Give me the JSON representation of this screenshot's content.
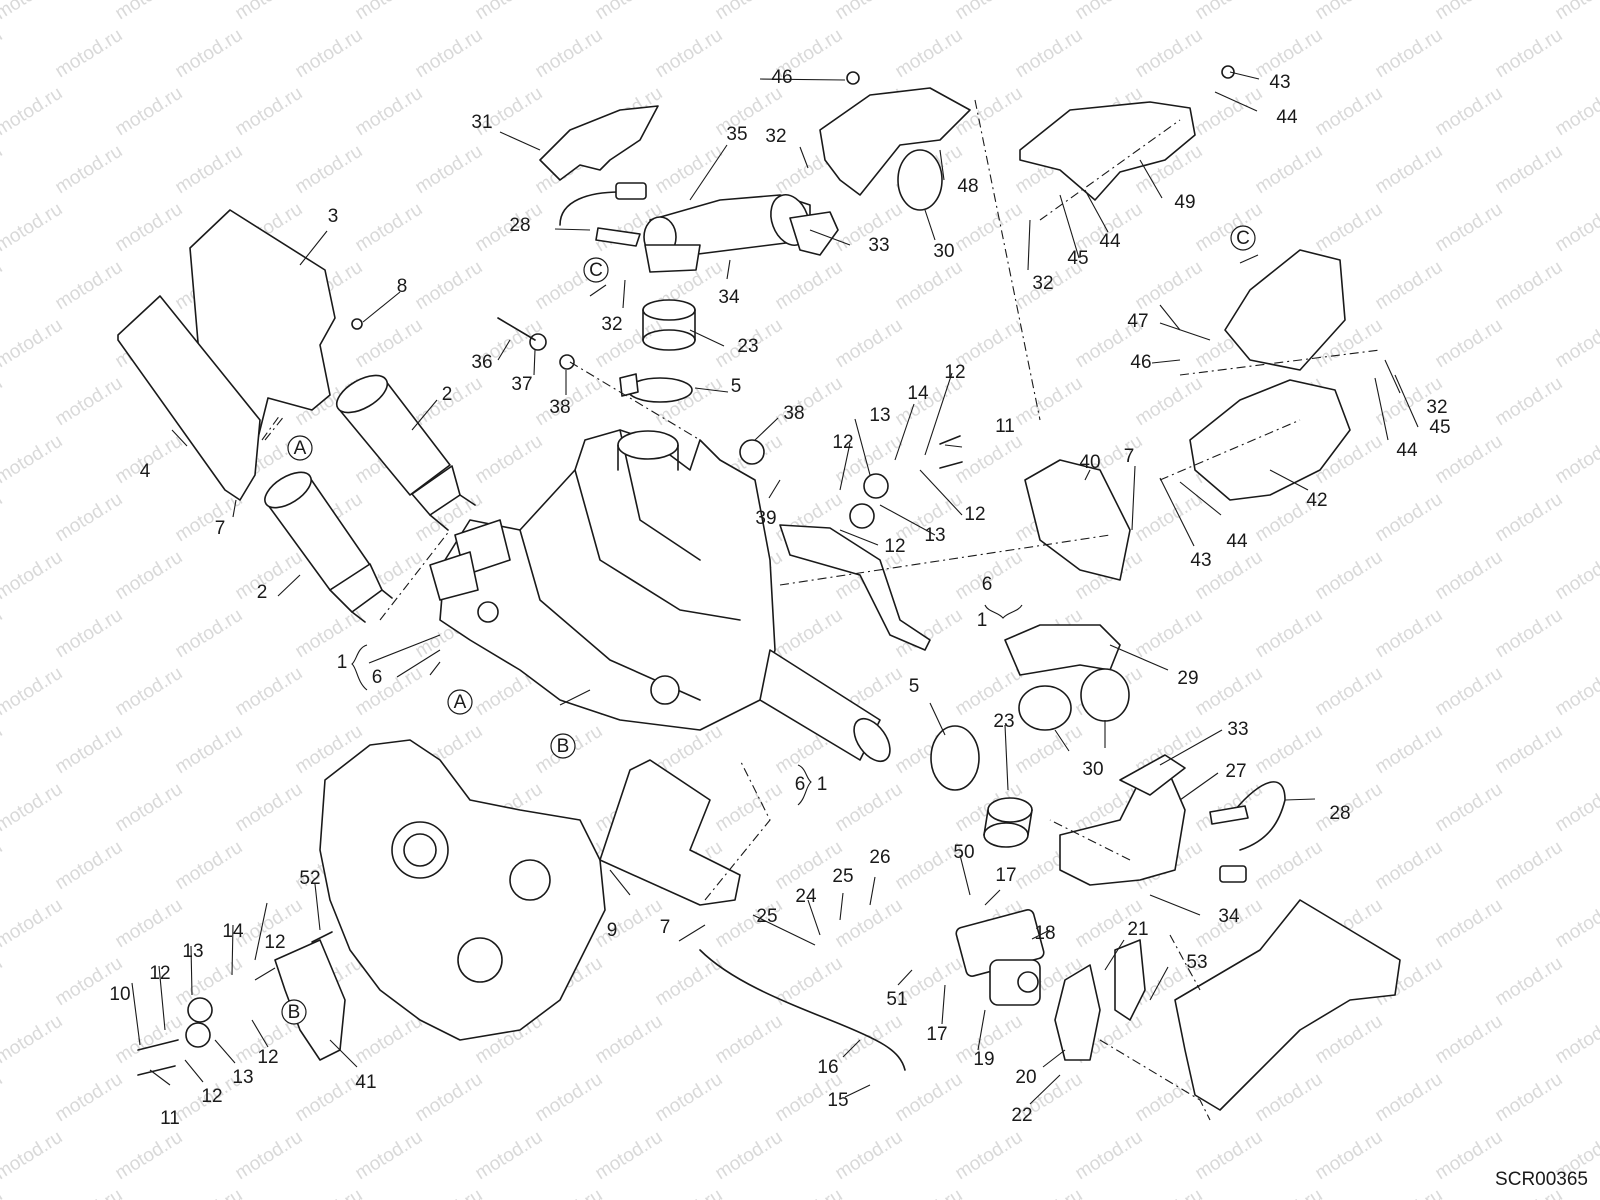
{
  "watermark": {
    "text": "motod.ru"
  },
  "figure_code": "SCR00365",
  "callouts": [
    "1",
    "2",
    "3",
    "4",
    "5",
    "6",
    "7",
    "8",
    "9",
    "10",
    "11",
    "12",
    "13",
    "14",
    "15",
    "16",
    "17",
    "18",
    "19",
    "20",
    "21",
    "22",
    "23",
    "24",
    "25",
    "26",
    "27",
    "28",
    "29",
    "30",
    "31",
    "32",
    "33",
    "34",
    "35",
    "36",
    "37",
    "38",
    "39",
    "40",
    "41",
    "42",
    "43",
    "44",
    "45",
    "46",
    "47",
    "48",
    "49",
    "50",
    "51",
    "52",
    "53"
  ],
  "view_refs": [
    "A",
    "B",
    "C"
  ],
  "colors": {
    "line": "#1a1a1a",
    "watermark": "#d9d9d9",
    "background": "#ffffff"
  }
}
